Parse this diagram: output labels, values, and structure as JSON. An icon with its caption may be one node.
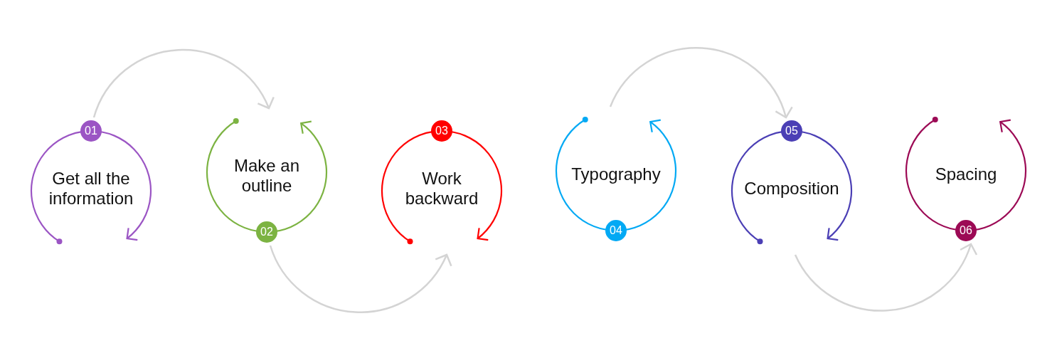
{
  "diagram": {
    "nodes": [
      {
        "text": [
          "01",
          "Get all the information"
        ]
      },
      {
        "text": [
          "Make an outline",
          "02"
        ]
      },
      {
        "text": [
          "03",
          "Work backward"
        ]
      },
      {
        "text": [
          "Typography",
          "04"
        ]
      },
      {
        "text": [
          "05",
          "Composition"
        ]
      },
      {
        "text": [
          "Spacing",
          "06"
        ]
      }
    ],
    "edges": [
      {
        "from": 0,
        "to": 1,
        "arrow": "to"
      },
      {
        "from": 1,
        "to": 2,
        "arrow": "to"
      },
      {
        "from": 3,
        "to": 4,
        "arrow": "to"
      },
      {
        "from": 4,
        "to": 5,
        "arrow": "to"
      }
    ]
  }
}
